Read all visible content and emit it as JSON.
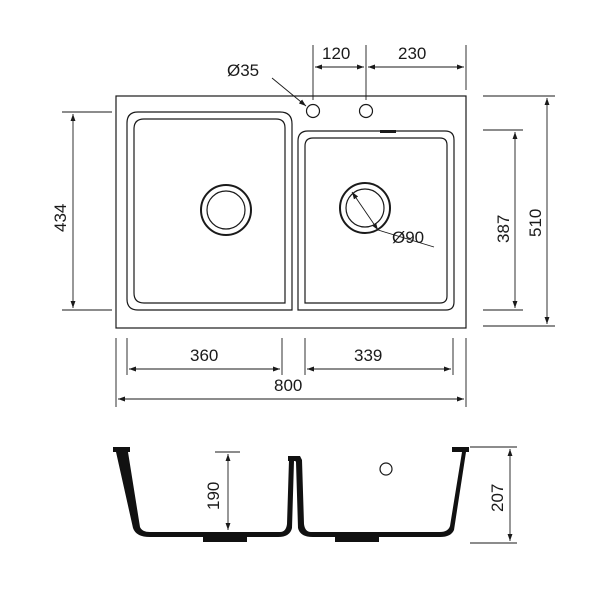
{
  "dimensions": {
    "tap_hole_diameter": "Ø35",
    "tap_offset": "120",
    "tap_spacing": "230",
    "drain_diameter": "Ø90",
    "bowl_height_left": "434",
    "bowl_height_right": "387",
    "total_depth": "510",
    "left_bowl_width": "360",
    "right_bowl_width": "339",
    "total_width": "800",
    "bowl_depth": "190",
    "total_height": "207"
  }
}
